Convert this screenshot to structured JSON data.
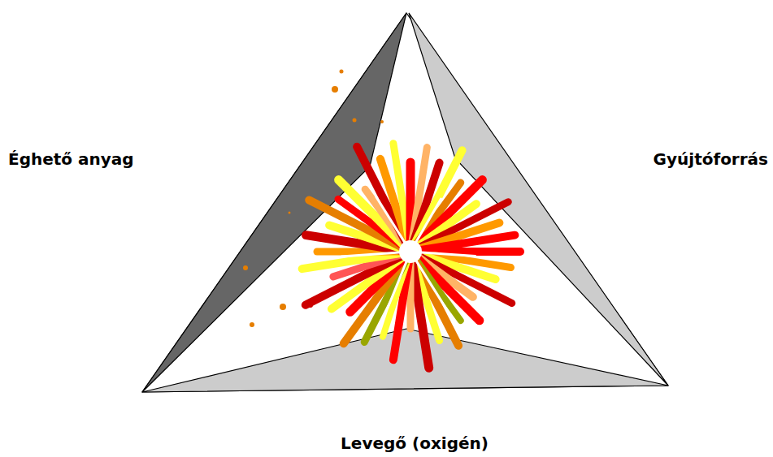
{
  "diagram": {
    "labels": [
      "Éghető anyag",
      "Gyújtóforrás",
      "Levegő (oxigén)"
    ]
  }
}
